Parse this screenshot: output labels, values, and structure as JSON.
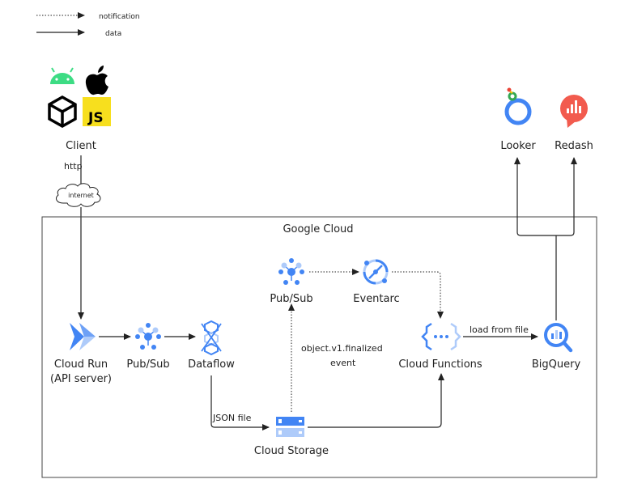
{
  "legend": {
    "notification": "notification",
    "data": "data"
  },
  "client": {
    "label": "Client",
    "http": "http",
    "internet": "internet",
    "js_badge": "JS"
  },
  "cloud": {
    "title": "Google Cloud"
  },
  "nodes": {
    "cloud_run_1": "Cloud Run",
    "cloud_run_2": "(API server)",
    "pubsub_ingest": "Pub/Sub",
    "dataflow": "Dataflow",
    "cloud_storage": "Cloud Storage",
    "pubsub_notify": "Pub/Sub",
    "eventarc": "Eventarc",
    "cloud_functions": "Cloud Functions",
    "bigquery": "BigQuery",
    "looker": "Looker",
    "redash": "Redash"
  },
  "edges": {
    "json_file": "JSON file",
    "finalized_1": "object.v1.finalized",
    "finalized_2": "event",
    "load_from_file": "load from file"
  },
  "colors": {
    "gcp_blue": "#4285F4",
    "gcp_light_blue": "#AECBFA",
    "android_green": "#3DDC84",
    "js_yellow": "#F7DF1E",
    "redash_red": "#F25B4E",
    "looker_yellow": "#FBBC04",
    "looker_red": "#EA4335",
    "looker_green": "#34A853"
  }
}
